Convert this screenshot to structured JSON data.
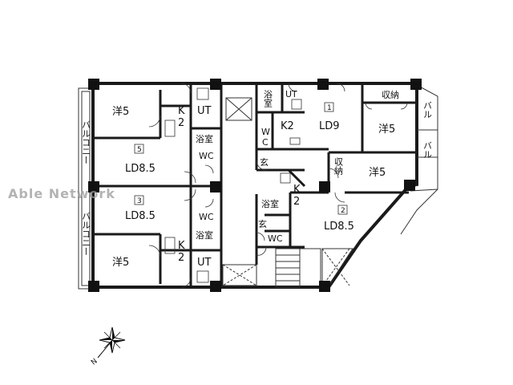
{
  "watermark": "Able Network",
  "labels": {
    "yo5": "洋5",
    "ld85": "LD8.5",
    "ld9": "LD9",
    "k2": "K2",
    "k": "K",
    "two": "2",
    "ut": "UT",
    "bath": "浴室",
    "wc": "WC",
    "w": "W",
    "c": "C",
    "genkan": "玄",
    "shuno": "収納",
    "balcony": "バルコニー",
    "bal": "バル"
  },
  "unit_numbers": {
    "u1": "1",
    "u2": "2",
    "u3": "3",
    "u5": "5"
  },
  "compass": {
    "north": "N"
  },
  "colors": {
    "wall": "#1a1a1a",
    "column": "#111111",
    "line": "#333333",
    "text": "#111111",
    "watermark": "#9a9a9a"
  }
}
